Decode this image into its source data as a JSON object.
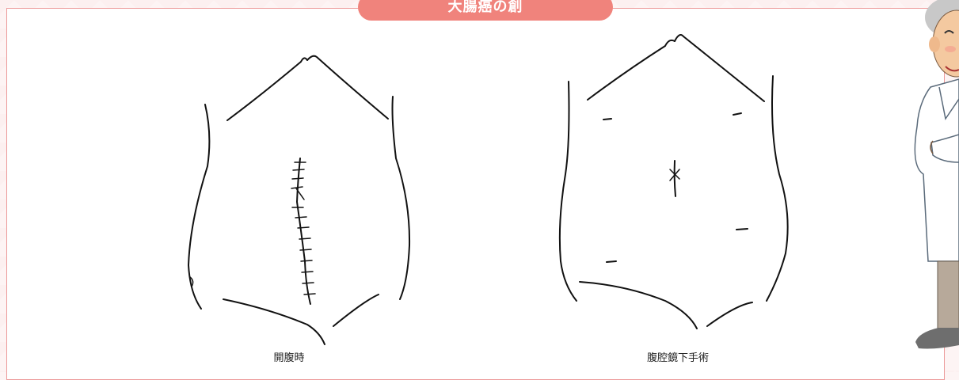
{
  "header": {
    "title": "大腸癌の創"
  },
  "panels": [
    {
      "caption": "開腹時"
    },
    {
      "caption": "腹腔鏡下手術"
    }
  ],
  "colors": {
    "accent": "#f0837c",
    "border": "#ec9a9a",
    "ink": "#111111"
  }
}
